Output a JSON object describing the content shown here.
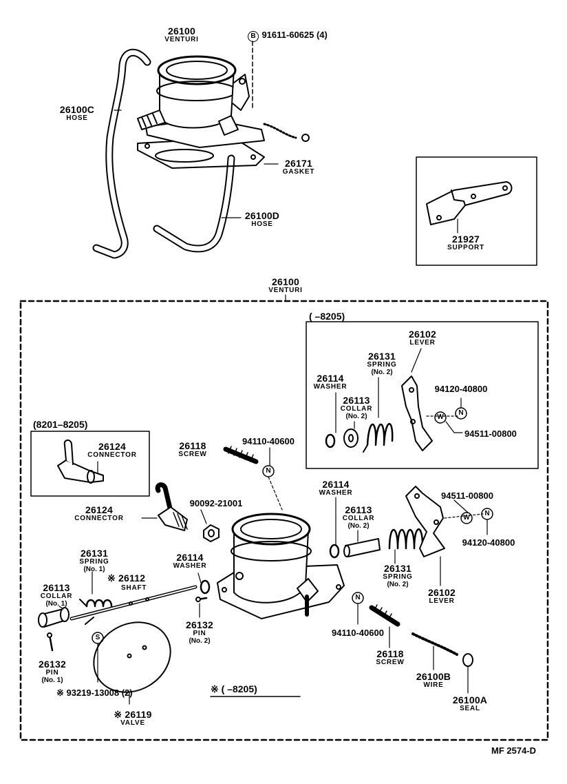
{
  "diagram_code": "MF  2574-D",
  "parts": {
    "p26100_top": {
      "num": "26100",
      "name": "VENTURI"
    },
    "p91611": {
      "symbol": "B",
      "num": "91611-60625 (4)"
    },
    "p26100C": {
      "num": "26100C",
      "name": "HOSE"
    },
    "p26171": {
      "num": "26171",
      "name": "GASKET"
    },
    "p26100D": {
      "num": "26100D",
      "name": "HOSE"
    },
    "p21927": {
      "num": "21927",
      "name": "SUPPORT"
    },
    "p26100_box": {
      "num": "26100",
      "name": "VENTURI"
    },
    "range_box_label": "(        –8205)",
    "range_small_label": "(8201–8205)",
    "p26102_a": {
      "num": "26102",
      "name": "LEVER"
    },
    "p26131_a": {
      "num": "26131",
      "name": "SPRING",
      "sub": "(No. 2)"
    },
    "p26114_a": {
      "num": "26114",
      "name": "WASHER"
    },
    "p26113_a": {
      "num": "26113",
      "name": "COLLAR",
      "sub": "(No. 2)"
    },
    "p94120_a": {
      "num": "94120-40800",
      "symbol": "N"
    },
    "p94511_a": {
      "symbol": "W",
      "num": "94511-00800"
    },
    "p26124_a": {
      "num": "26124",
      "name": "CONNECTOR"
    },
    "p26118_a": {
      "num": "26118",
      "name": "SCREW"
    },
    "p94110_a": {
      "num": "94110-40600",
      "symbol": "N"
    },
    "p26124_b": {
      "num": "26124",
      "name": "CONNECTOR"
    },
    "p90092": {
      "num": "90092-21001"
    },
    "p26114_b": {
      "num": "26114",
      "name": "WASHER"
    },
    "p26113_b": {
      "num": "26113",
      "name": "COLLAR",
      "sub": "(No. 2)"
    },
    "p94511_b": {
      "num": "94511-00800",
      "symbol": "W"
    },
    "p94120_b": {
      "symbol": "N",
      "num": "94120-40800"
    },
    "p26131_b": {
      "num": "26131",
      "name": "SPRING",
      "sub": "(No. 1)"
    },
    "p26112": {
      "mark": "※",
      "num": "26112",
      "name": "SHAFT"
    },
    "p26114_c": {
      "num": "26114",
      "name": "WASHER"
    },
    "p26131_c": {
      "num": "26131",
      "name": "SPRING",
      "sub": "(No. 2)"
    },
    "p26102_b": {
      "num": "26102",
      "name": "LEVER"
    },
    "p26113_c": {
      "num": "26113",
      "name": "COLLAR",
      "sub": "(No. 1)"
    },
    "p26132_a": {
      "num": "26132",
      "name": "PIN",
      "sub": "(No. 2)"
    },
    "p94110_b": {
      "symbol": "N",
      "num": "94110-40600"
    },
    "p26118_b": {
      "num": "26118",
      "name": "SCREW"
    },
    "p26132_b": {
      "num": "26132",
      "name": "PIN",
      "sub": "(No. 1)"
    },
    "p93219": {
      "symbol": "S",
      "num": "※ 93219-13008 (2)"
    },
    "p26100B": {
      "num": "26100B",
      "name": "WIRE"
    },
    "note_8205": "※ (        –8205)",
    "p26119": {
      "mark": "※",
      "num": "26119",
      "name": "VALVE"
    },
    "p26100A": {
      "num": "26100A",
      "name": "SEAL"
    }
  }
}
